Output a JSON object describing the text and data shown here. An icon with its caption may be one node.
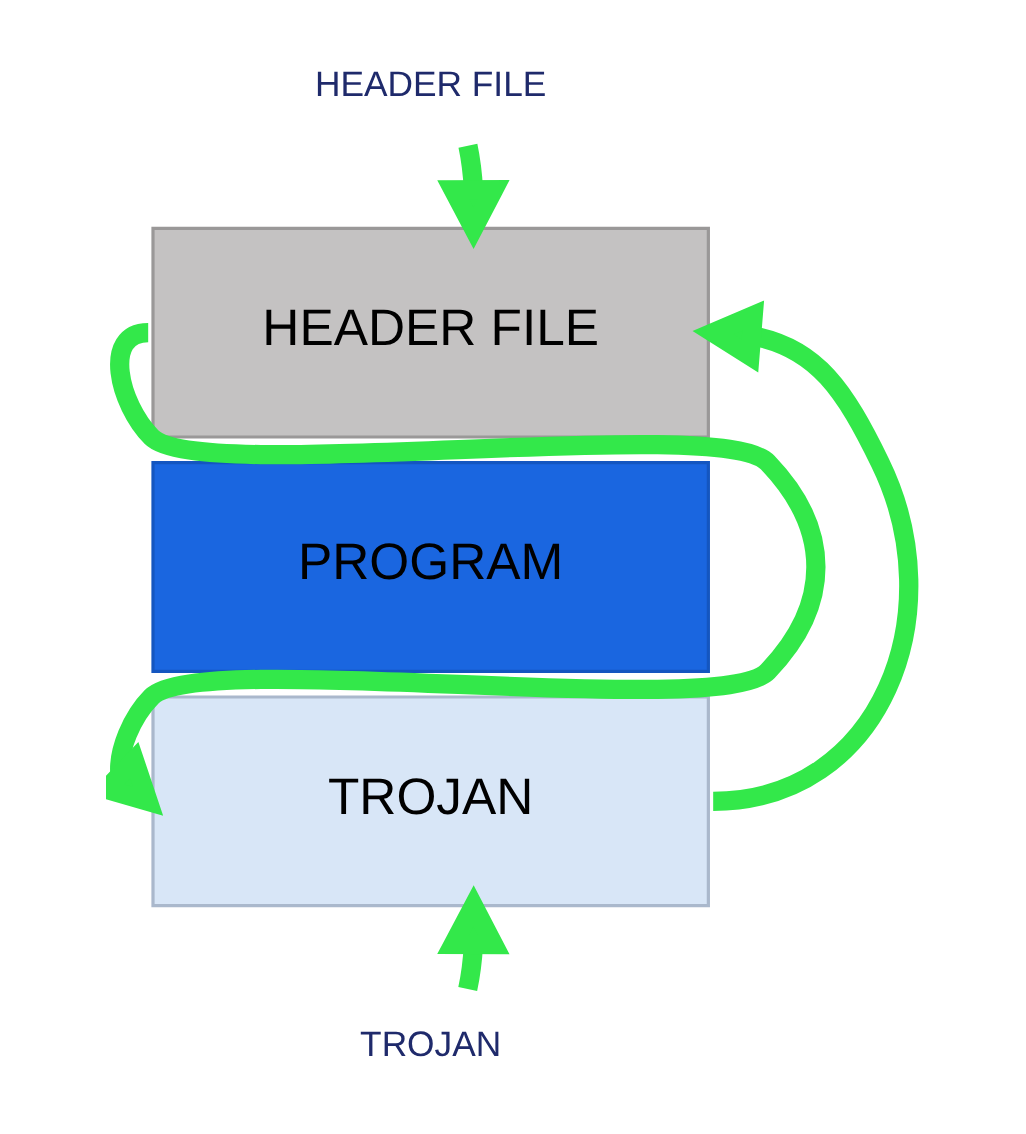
{
  "diagram": {
    "nodes": [
      {
        "text": [
          "HEADER FILE"
        ]
      },
      {
        "text": [
          "HEADER FILE"
        ]
      },
      {
        "text": [
          "PROGRAM"
        ]
      },
      {
        "text": [
          "TROJAN"
        ]
      },
      {
        "text": [
          "TROJAN"
        ]
      }
    ],
    "edges": [
      {
        "from": 0,
        "to": 1,
        "arrow": "to"
      },
      {
        "from": 1,
        "to": 3,
        "arrow": "to"
      },
      {
        "from": 3,
        "to": 1,
        "arrow": "to"
      },
      {
        "from": 4,
        "to": 3,
        "arrow": "to"
      }
    ]
  }
}
